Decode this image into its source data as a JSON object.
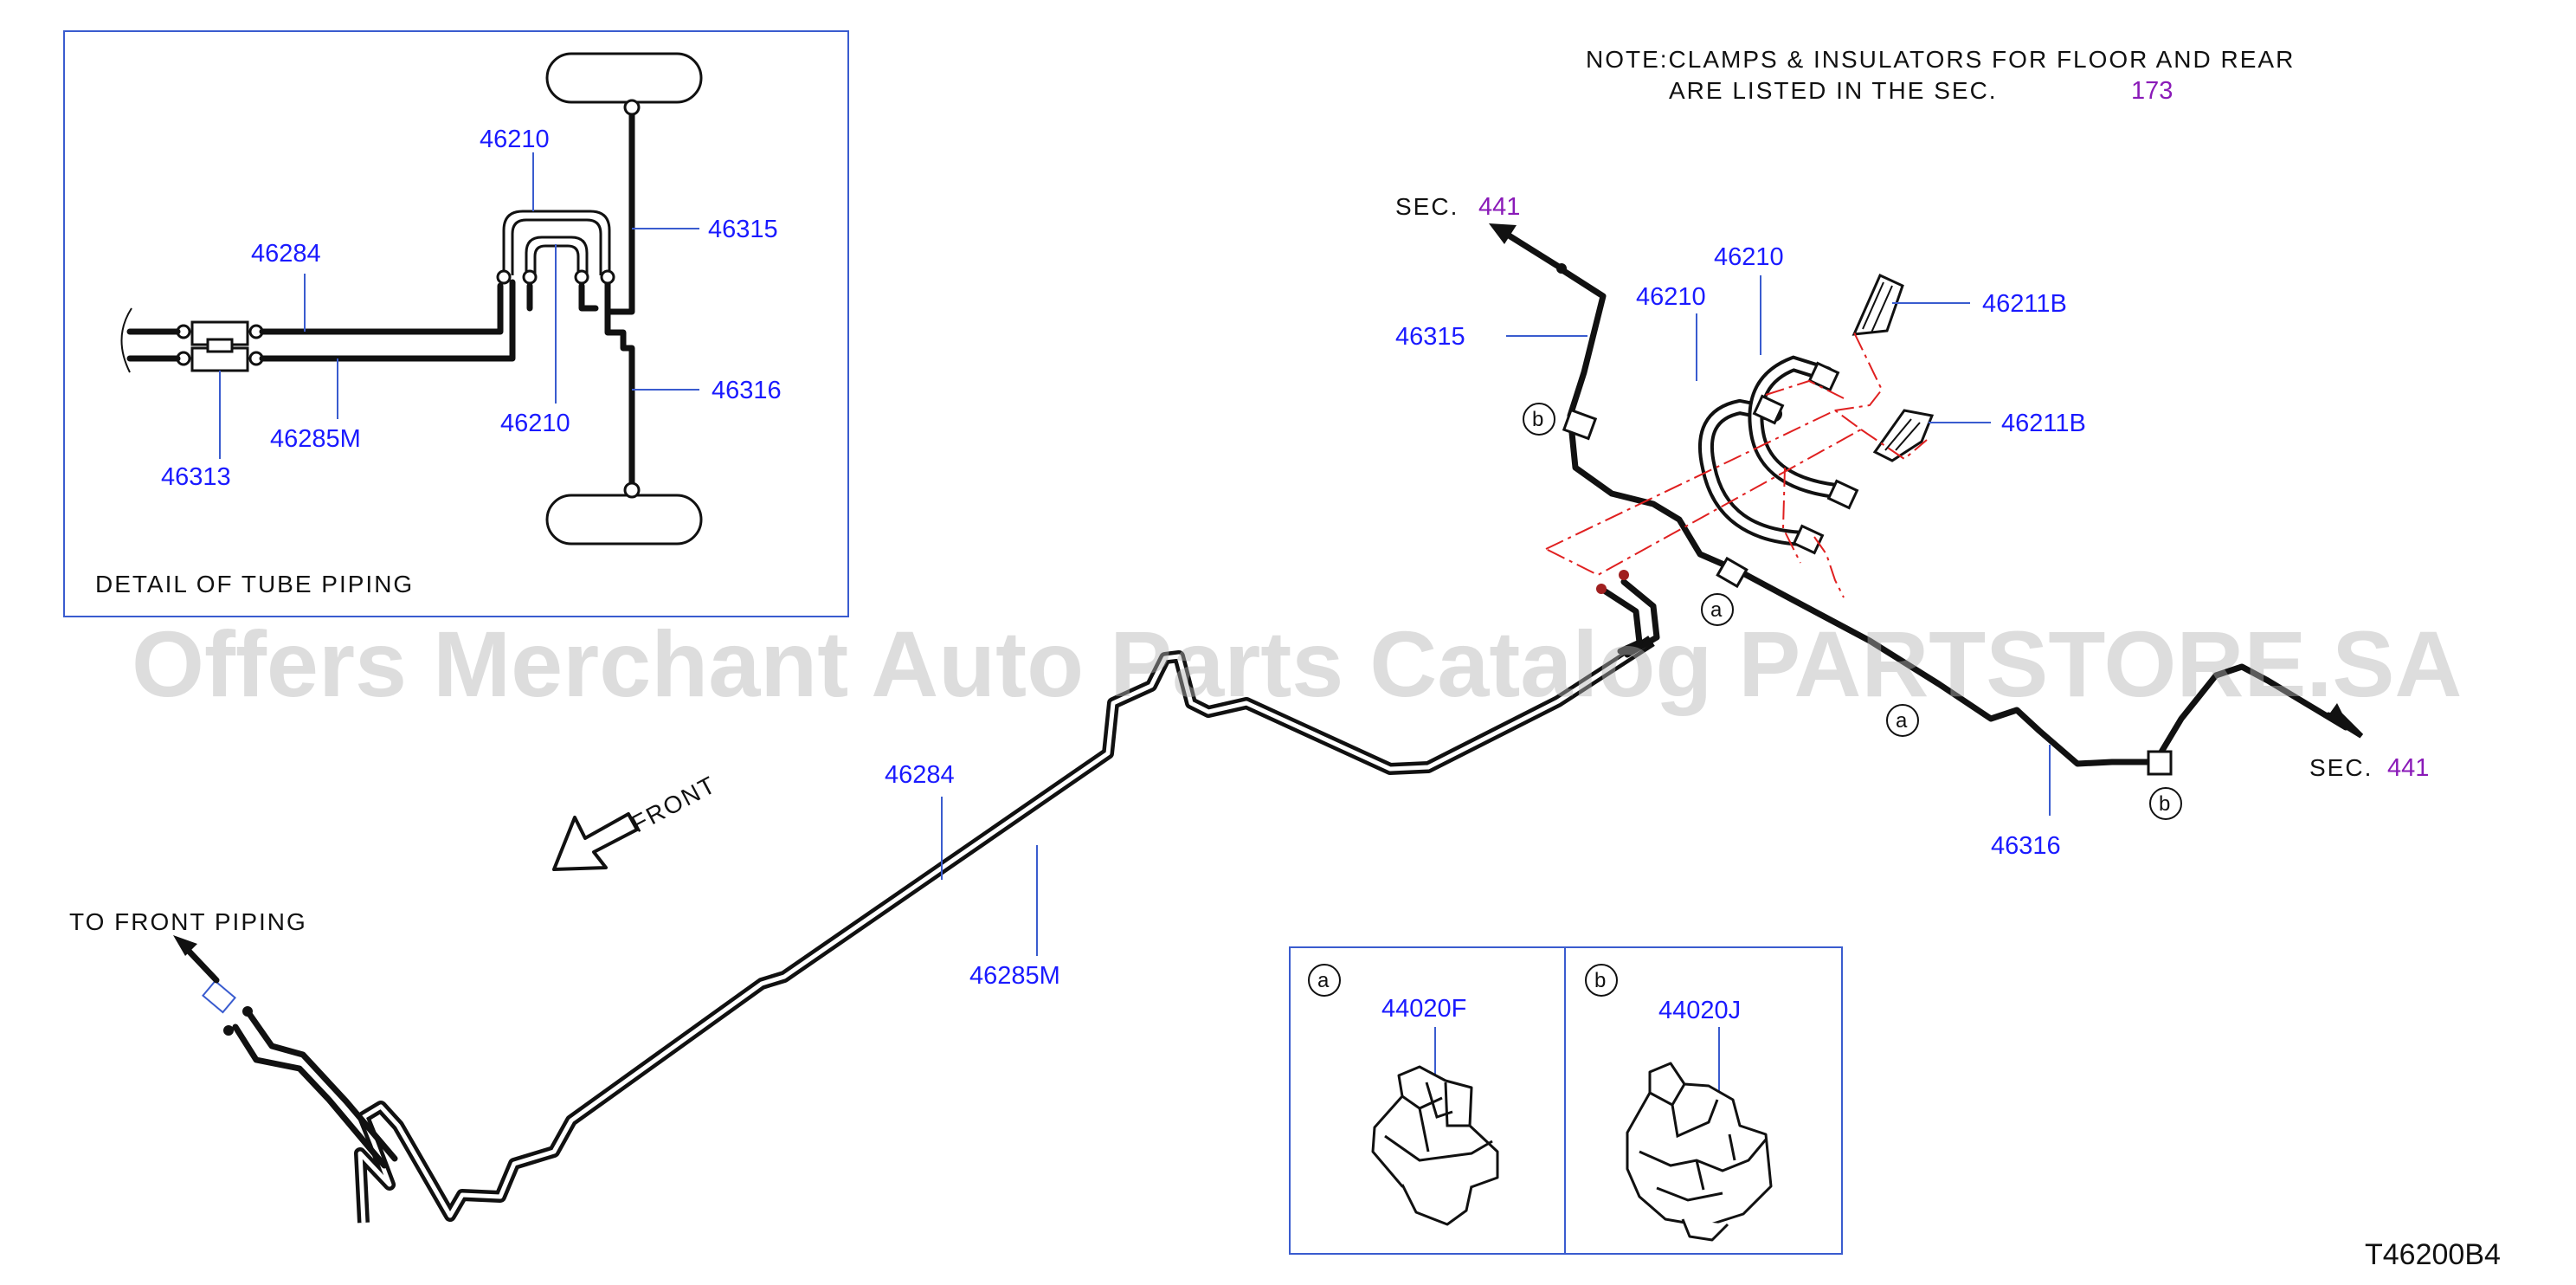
{
  "note": {
    "line1": "NOTE:CLAMPS  &  INSULATORS  FOR  FLOOR  AND  REAR",
    "line2": "ARE  LISTED  IN  THE  SEC.",
    "sec_ref": "173"
  },
  "detail": {
    "caption": "DETAIL  OF  TUBE  PIPING",
    "labels": [
      "46210",
      "46284",
      "46315",
      "46316",
      "46285M",
      "46210",
      "46313"
    ]
  },
  "main": {
    "sec_prefix": "SEC.",
    "sec_ref_top": "441",
    "sec_ref_right": "441",
    "labels": [
      "46315",
      "46210",
      "46210",
      "46211B",
      "46211B",
      "46284",
      "46285M",
      "46316"
    ],
    "front_label": "FRONT",
    "to_front_piping": "TO  FRONT  PIPING",
    "clip_letters": [
      "b",
      "a",
      "a",
      "b"
    ]
  },
  "clips": {
    "a": {
      "letter": "a",
      "part": "44020F"
    },
    "b": {
      "letter": "b",
      "part": "44020J"
    }
  },
  "diagram_code": "T46200B4",
  "watermark": "Offers Merchant Auto Parts Catalog PARTSTORE.SA",
  "colors": {
    "label": "#1a1aff",
    "sec_ref": "#8a1ab8",
    "centerline": "#e02020",
    "frame": "#3a5ccf"
  }
}
